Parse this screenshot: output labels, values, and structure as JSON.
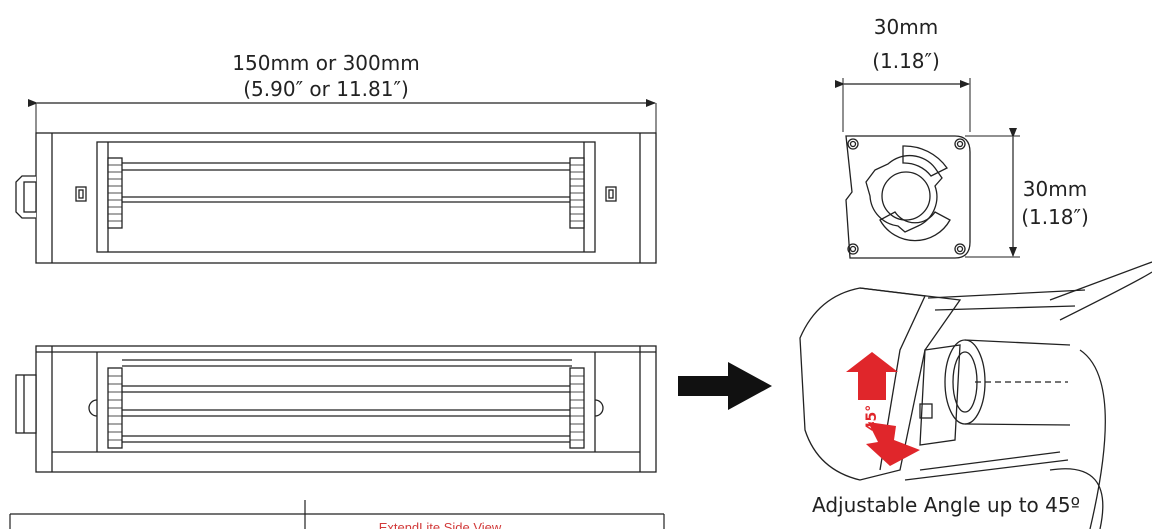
{
  "length_label": {
    "metric": "150mm or 300mm",
    "imperial": "(5.90″ or 11.81″)"
  },
  "width_label": {
    "metric": "30mm",
    "imperial": "(1.18″)"
  },
  "height_label": {
    "metric": "30mm",
    "imperial": "(1.18″)"
  },
  "angle_badge": "45°",
  "angle_caption": "Adjustable Angle up to 45º",
  "table_caption": "ExtendLite Side View",
  "colors": {
    "line": "#222222",
    "arrow_red": "#e0262b",
    "caption_red": "#d23a3a"
  }
}
